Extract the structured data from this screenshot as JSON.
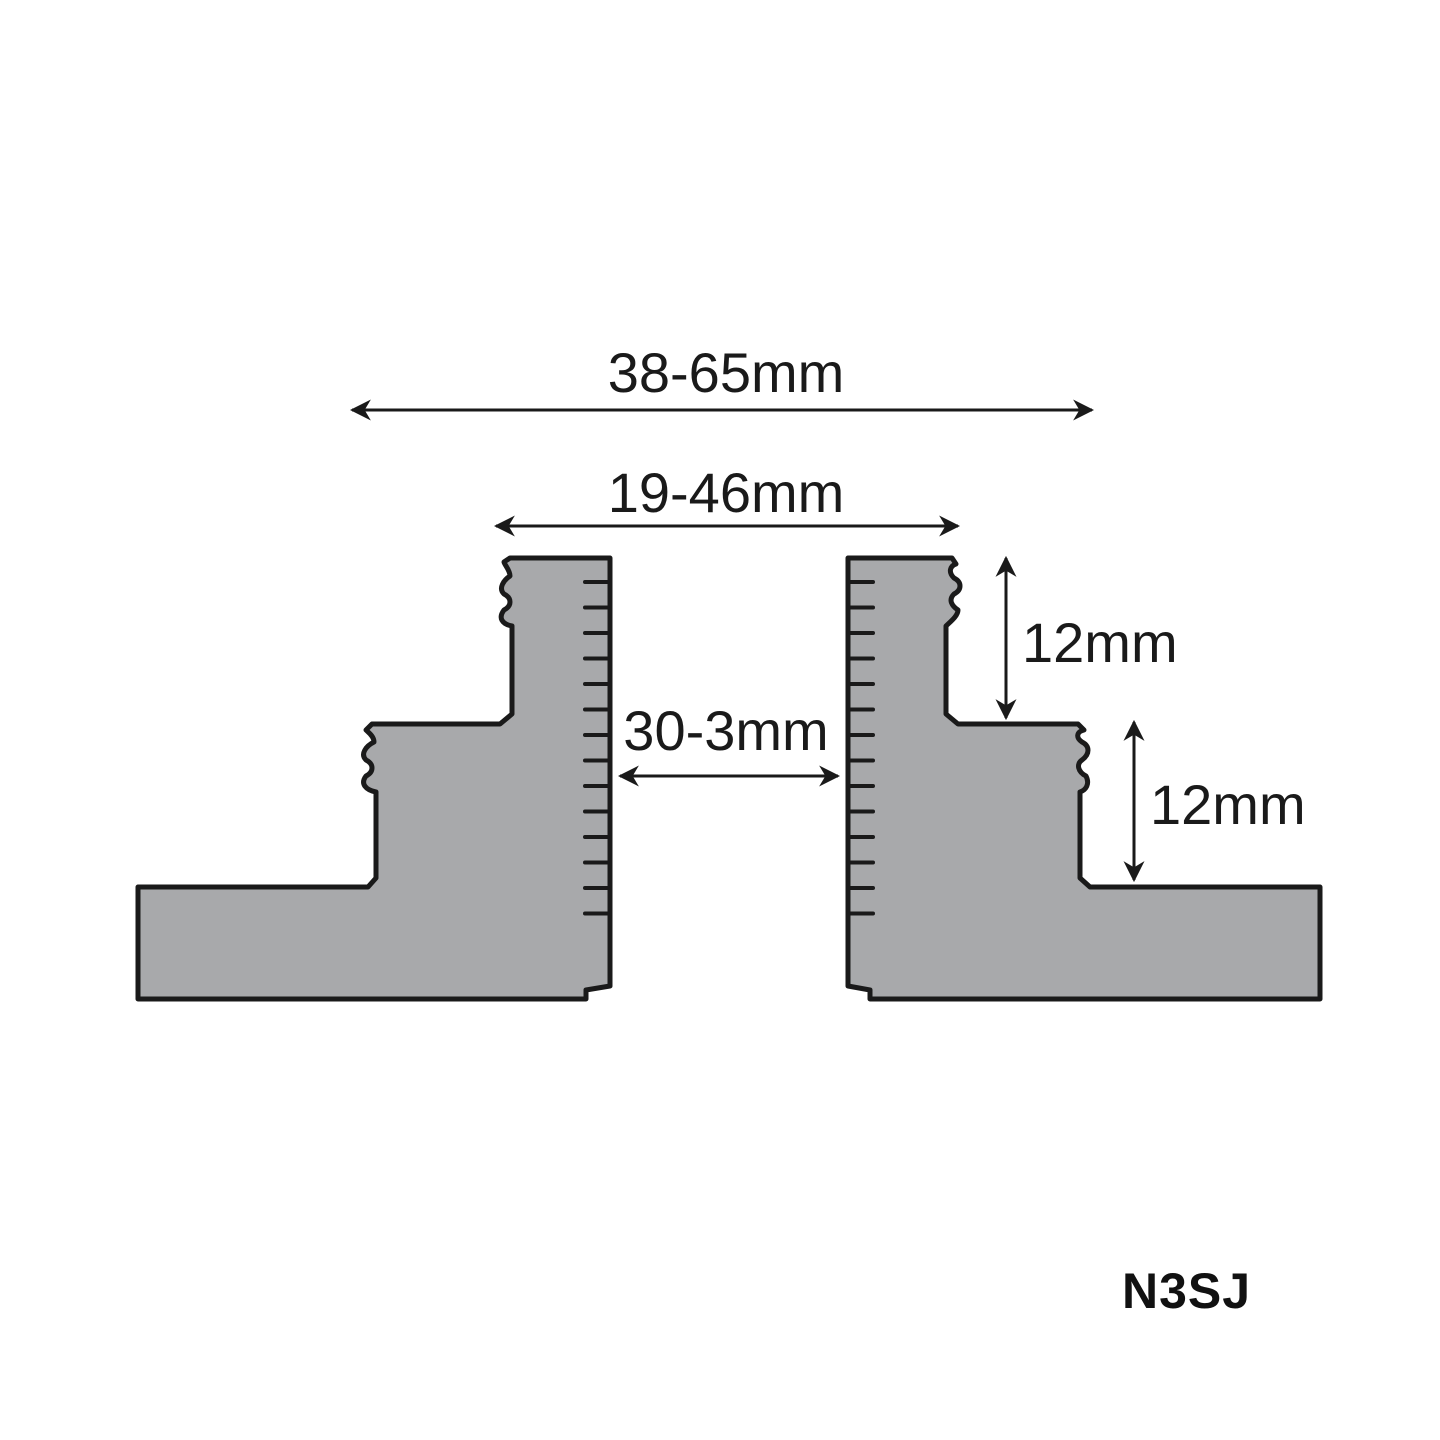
{
  "dimensions": {
    "outer_width": "38-65mm",
    "inner_width": "19-46mm",
    "gap_width": "30-3mm",
    "upper_step_height": "12mm",
    "lower_step_height": "12mm"
  },
  "model_code": "N3SJ",
  "colors": {
    "jaw_fill": "#a8a9ab",
    "outline": "#1a1a1a"
  }
}
